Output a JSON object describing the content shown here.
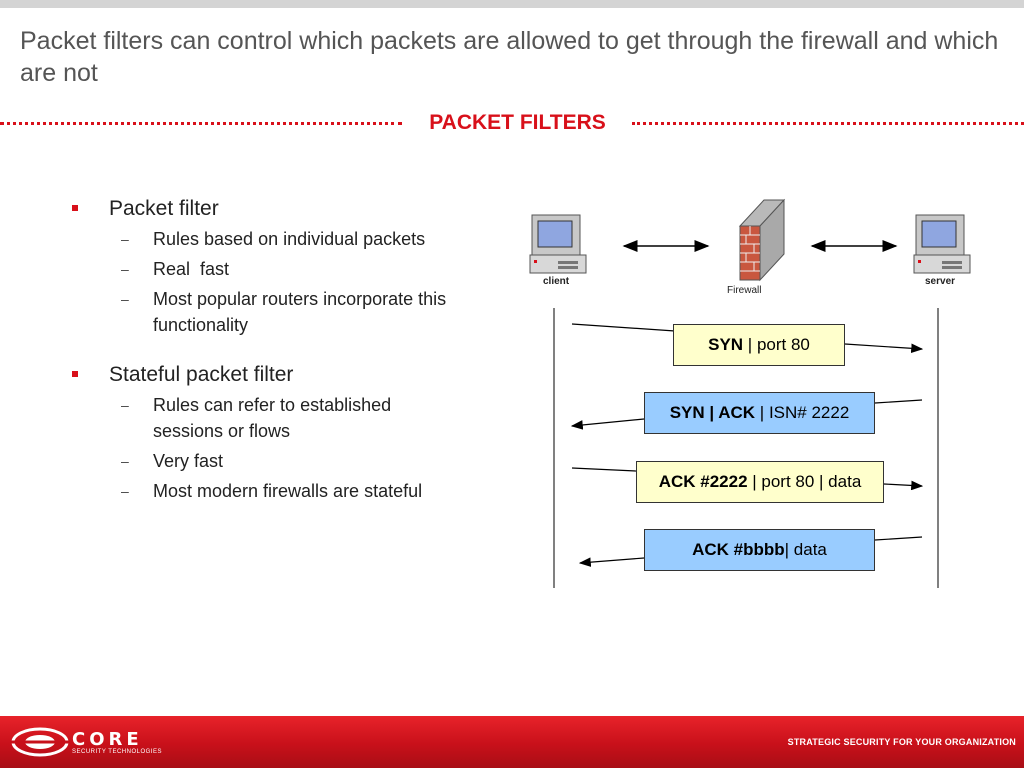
{
  "slide": {
    "title": "Packet filters can control which packets are allowed to get through the firewall and which are not",
    "section_title": "PACKET FILTERS"
  },
  "bullets": [
    {
      "label": "Packet filter",
      "subs": [
        "Rules based on individual packets",
        "Real  fast",
        "Most popular routers incorporate this functionality"
      ]
    },
    {
      "label": "Stateful packet filter",
      "subs": [
        "Rules can refer to established sessions or flows",
        "Very fast",
        "Most modern firewalls are stateful"
      ]
    }
  ],
  "diagram": {
    "client_label": "client",
    "firewall_label": "Firewall",
    "server_label": "server",
    "packets": [
      {
        "bold": "SYN",
        "rest": " | port 80",
        "color": "yellow"
      },
      {
        "bold": "SYN | ACK",
        "rest": " | ISN# 2222",
        "color": "blue"
      },
      {
        "bold": "ACK #2222",
        "rest": " | port 80 | data",
        "color": "yellow"
      },
      {
        "bold": "ACK #bbbb",
        "rest": "| data",
        "color": "blue"
      }
    ]
  },
  "footer": {
    "brand_text": "CORE",
    "brand_subtext": "SECURITY TECHNOLOGIES",
    "tagline": "STRATEGIC SECURITY FOR YOUR ORGANIZATION"
  },
  "colors": {
    "accent": "#d8101a",
    "packet_yellow": "#ffffcc",
    "packet_blue": "#99ccff"
  }
}
